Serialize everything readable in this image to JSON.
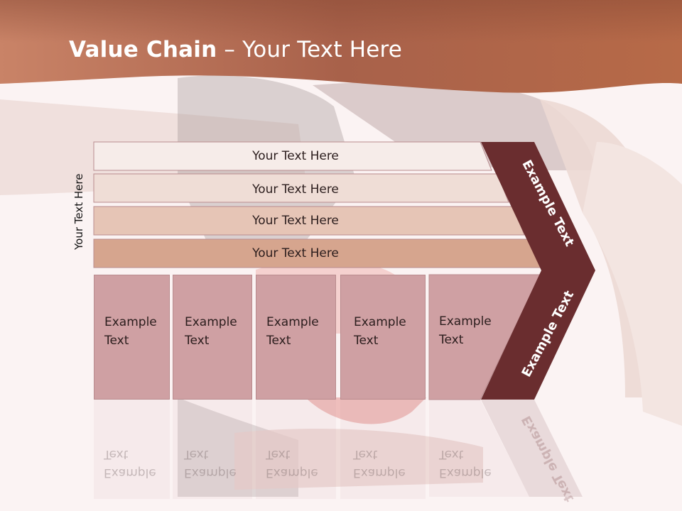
{
  "header": {
    "title_bold": "Value Chain",
    "title_rest": " – Your Text Here"
  },
  "side_label": "Your Text Here",
  "bars": [
    {
      "label": "Your Text Here",
      "fill": "#f6ece9"
    },
    {
      "label": "Your Text Here",
      "fill": "#efddd6"
    },
    {
      "label": "Your Text Here",
      "fill": "#e6c5b6"
    },
    {
      "label": "Your Text Here",
      "fill": "#d6a58e"
    }
  ],
  "columns": [
    {
      "line1": "Example",
      "line2": "Text"
    },
    {
      "line1": "Example",
      "line2": "Text"
    },
    {
      "line1": "Example",
      "line2": "Text"
    },
    {
      "line1": "Example",
      "line2": "Text"
    },
    {
      "line1": "Example",
      "line2": "Text"
    }
  ],
  "arrow": {
    "upper_text": "Example Text",
    "lower_text": "Example Text",
    "color": "#6a2d2f"
  },
  "colors": {
    "header_band": "#b8694a",
    "column_fill": "#cfa0a3"
  }
}
